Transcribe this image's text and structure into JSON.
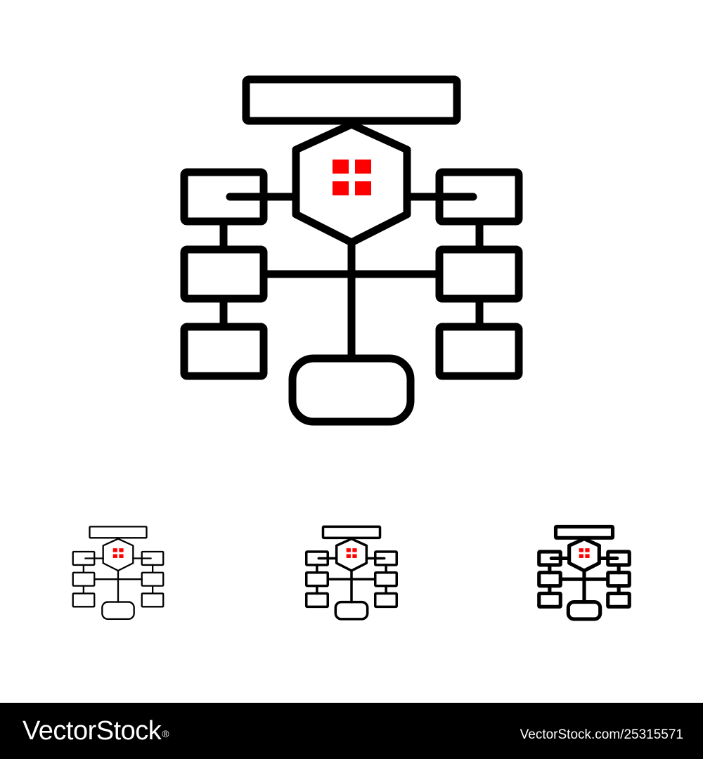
{
  "colors": {
    "background": "#ffffff",
    "stroke": "#000000",
    "accent": "#ff0000",
    "footer_background": "#000000",
    "footer_text": "#ffffff"
  },
  "main_icon": {
    "icon": "flowchart-icon",
    "style": "bold-line"
  },
  "variants": [
    {
      "icon": "flowchart-icon",
      "style": "thin-line"
    },
    {
      "icon": "flowchart-icon",
      "style": "regular-line"
    },
    {
      "icon": "flowchart-icon",
      "style": "bold-line"
    }
  ],
  "footer": {
    "brand": "VectorStock",
    "registered_mark": "®",
    "image_id": "VectorStock.com/25315571"
  }
}
